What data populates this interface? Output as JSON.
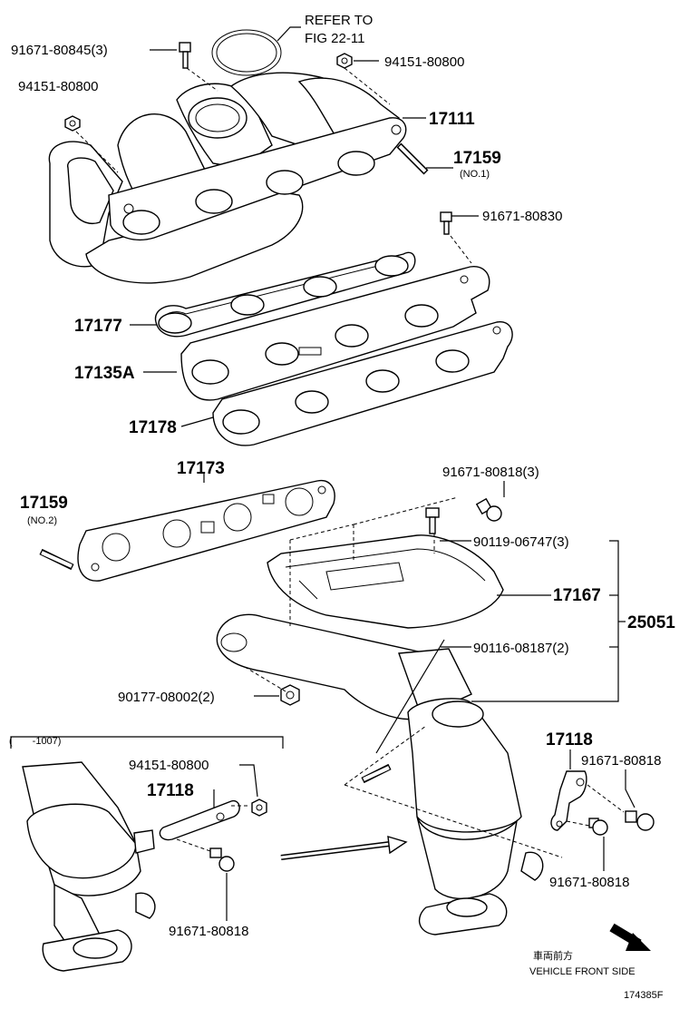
{
  "refer": {
    "line1": "REFER TO",
    "line2": "FIG 22-11"
  },
  "labels": {
    "p91671_80845": "91671-80845(3)",
    "p94151_80800_left": "94151-80800",
    "p94151_80800_right": "94151-80800",
    "p17111": "17111",
    "p17159_top": "17159",
    "p17159_top_note": "(NO.1)",
    "p91671_80830": "91671-80830",
    "p17177": "17177",
    "p17135A": "17135A",
    "p17178": "17178",
    "p17173": "17173",
    "p17159_mid": "17159",
    "p17159_mid_note": "(NO.2)",
    "p91671_80818_3": "91671-80818(3)",
    "p90119_06747": "90119-06747(3)",
    "p17167": "17167",
    "p25051": "25051",
    "p90116_08187": "90116-08187(2)",
    "p90177_08002": "90177-08002(2)",
    "inset_range": "(　　-1007)",
    "p94151_80800_inset": "94151-80800",
    "p17118_inset": "17118",
    "p91671_80818_inset": "91671-80818",
    "p17118_right": "17118",
    "p91671_80818_right_a": "91671-80818",
    "p91671_80818_right_b": "91671-80818"
  },
  "direction": {
    "japanese": "車両前方",
    "english": "VEHICLE FRONT SIDE"
  },
  "figure_id": "174385F"
}
